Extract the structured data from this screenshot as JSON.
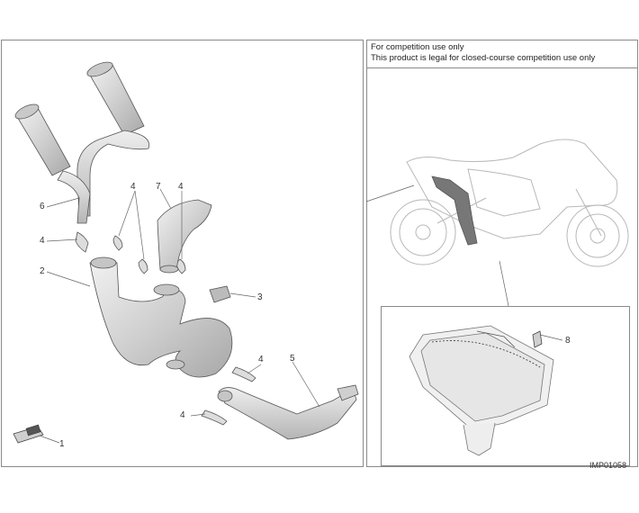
{
  "notice": {
    "line1": "For competition use only",
    "line2": "This product is legal for closed-course competition use only"
  },
  "callouts": {
    "c1": "1",
    "c2": "2",
    "c3": "3",
    "c4a": "4",
    "c4b": "4",
    "c4c": "4",
    "c4d": "4",
    "c4e": "4",
    "c5": "5",
    "c6": "6",
    "c7": "7",
    "c8": "8"
  },
  "image_code": "IMP01058"
}
